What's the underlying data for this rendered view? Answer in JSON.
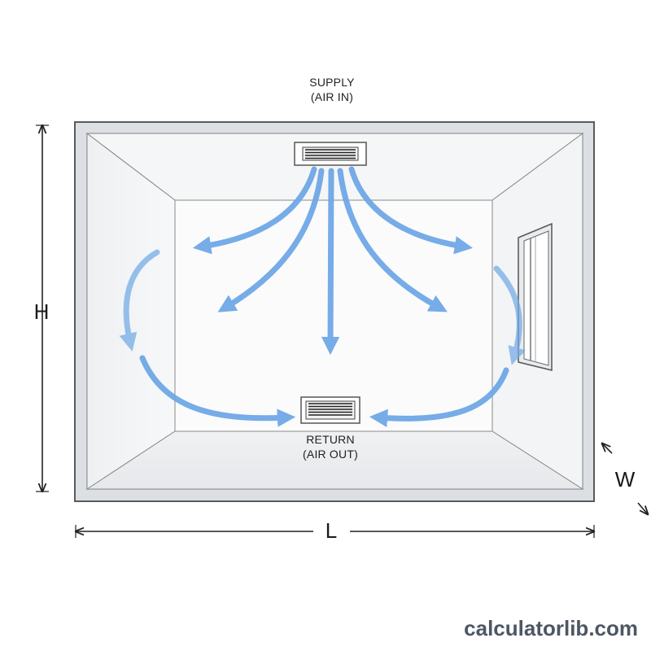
{
  "labels": {
    "supply_line1": "SUPPLY",
    "supply_line2": "(AIR IN)",
    "return_line1": "RETURN",
    "return_line2": "(AIR OUT)",
    "height": "H",
    "length": "L",
    "width": "W"
  },
  "brand": "calculatorlib.com",
  "colors": {
    "airflow": "#6fa8e6",
    "wall": "#f4f5f7",
    "outline": "#5a5a5a"
  },
  "icons": [
    "supply-vent-icon",
    "return-vent-icon",
    "window-icon",
    "airflow-arrow-icon"
  ]
}
